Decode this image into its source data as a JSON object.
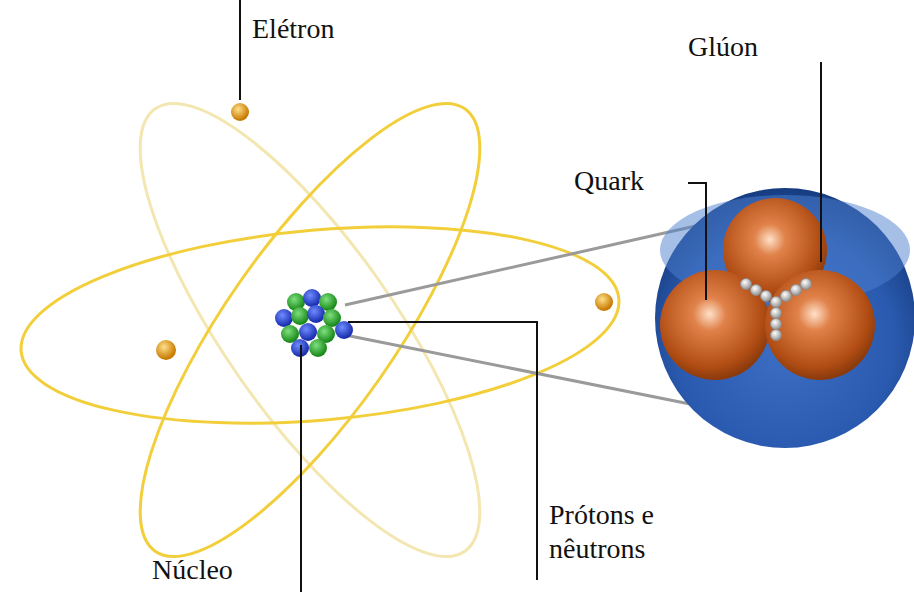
{
  "diagram": {
    "labels": [
      "Elétron",
      "Glúon",
      "Quark",
      "Prótons e nêutrons",
      "Núcleo"
    ]
  }
}
